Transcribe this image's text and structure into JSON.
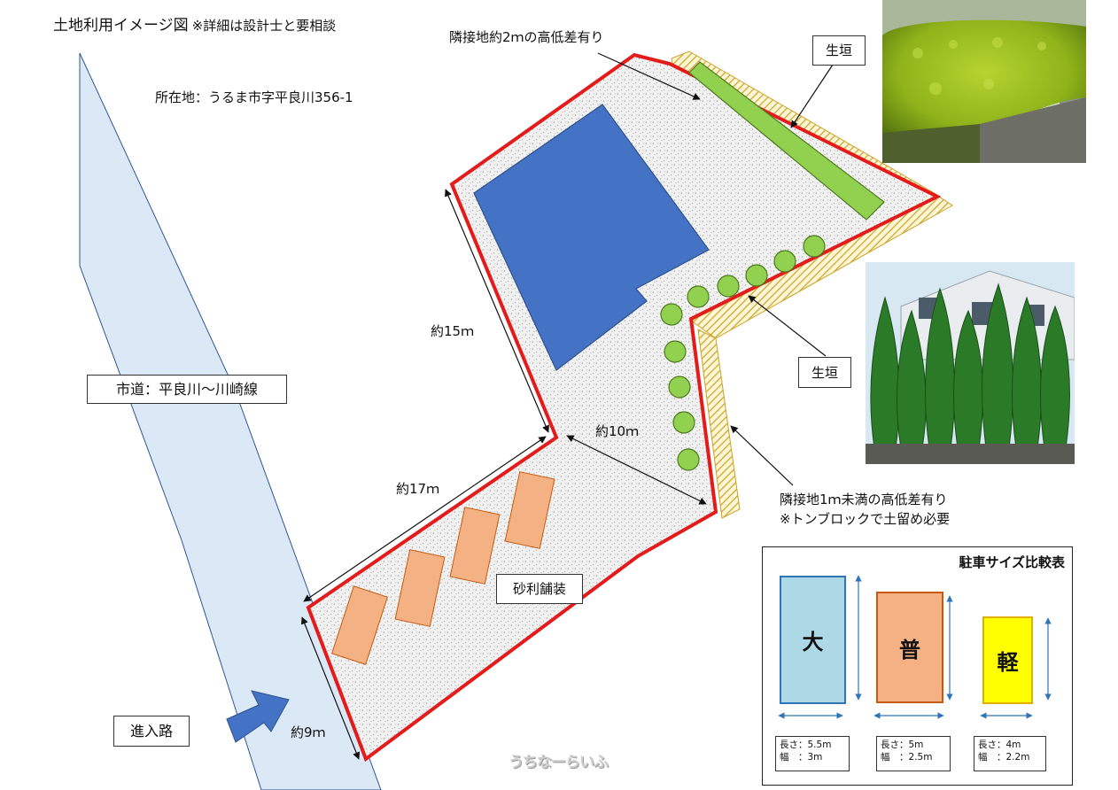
{
  "title": "土地利用イメージ図",
  "title_note": "※詳細は設計士と要相談",
  "location": "所在地：うるま市字平良川356-1",
  "road_label": "市道：平良川〜川崎線",
  "entry_label": "進入路",
  "gravel_label": "砂利舗装",
  "hedge_label_top": "生垣",
  "hedge_label_mid": "生垣",
  "height_note_top": "隣接地約2ｍの高低差有り",
  "height_note_bottom_1": "隣接地1ｍ未満の高低差有り",
  "height_note_bottom_2": "※トンブロックで土留め必要",
  "dimensions": {
    "d15": "約15ｍ",
    "d10": "約10ｍ",
    "d17": "約17ｍ",
    "d9": "約9ｍ"
  },
  "parking_table": {
    "title": "駐車サイズ比較表",
    "cars": [
      {
        "label": "大",
        "length": "長さ：5.5m",
        "width": "幅　：3m",
        "fill": "#add8e6",
        "border": "#2e75b6"
      },
      {
        "label": "普",
        "length": "長さ：5m",
        "width": "幅　：2.5m",
        "fill": "#f4b183",
        "border": "#c55a11"
      },
      {
        "label": "軽",
        "length": "長さ：4m",
        "width": "幅　：2.2m",
        "fill": "#ffff00",
        "border": "#e0b000"
      }
    ]
  },
  "watermark": "うちなーらいふ",
  "colors": {
    "road": "#dbe8f6",
    "road_edge": "#2f5597",
    "boundary": "#e31b1b",
    "building": "#4472c4",
    "hedge_green": "#92d050",
    "hatch": "#c9a227",
    "parking_space": "#f4b183"
  }
}
